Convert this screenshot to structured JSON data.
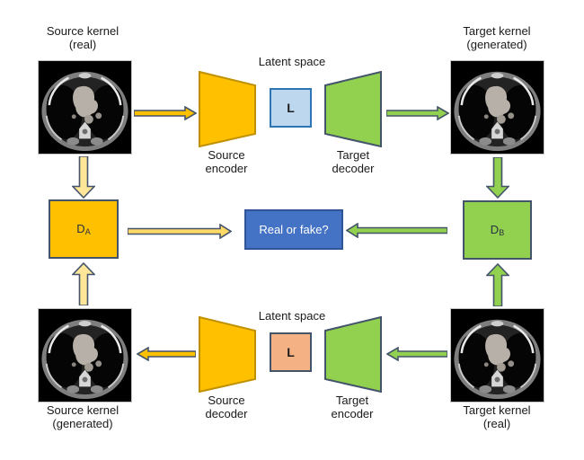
{
  "figure": {
    "background": "#ffffff",
    "latent_space_top_label": "Latent space",
    "latent_space_bottom_label": "Latent space",
    "nodes": {
      "source_real": {
        "line1": "Source kernel",
        "line2": "(real)"
      },
      "target_generated": {
        "line1": "Target kernel",
        "line2": "(generated)"
      },
      "source_generated": {
        "line1": "Source kernel",
        "line2": "(generated)"
      },
      "target_real": {
        "line1": "Target kernel",
        "line2": "(real)"
      },
      "source_encoder": {
        "line1": "Source",
        "line2": "encoder"
      },
      "target_decoder": {
        "line1": "Target",
        "line2": "decoder"
      },
      "source_decoder": {
        "line1": "Source",
        "line2": "decoder"
      },
      "target_encoder": {
        "line1": "Target",
        "line2": "encoder"
      },
      "latent_top": {
        "letter": "L"
      },
      "latent_bottom": {
        "letter": "L"
      },
      "discriminator_a": {
        "letter": "D",
        "subscript": "A"
      },
      "discriminator_b": {
        "letter": "D",
        "subscript": "B"
      },
      "judge": {
        "label": "Real or fake?"
      }
    },
    "icons": {
      "ct_image": "chest-ct-axial-slice",
      "encoder_decoder": "trapezoid",
      "arrows": "block-arrow"
    },
    "colors": {
      "orange_fill": "#FFC000",
      "orange_border": "#BF9000",
      "green_fill": "#92D050",
      "navy_border": "#44546A",
      "pale_yellow_arrow_fill": "#FFE699",
      "gold_arrow_fill": "#FFD966",
      "latent_blue_fill": "#BDD7EE",
      "latent_blue_border": "#2E75B6",
      "latent_peach_fill": "#F4B183",
      "judge_blue_fill": "#4472C4",
      "judge_blue_border": "#2F5597"
    }
  }
}
